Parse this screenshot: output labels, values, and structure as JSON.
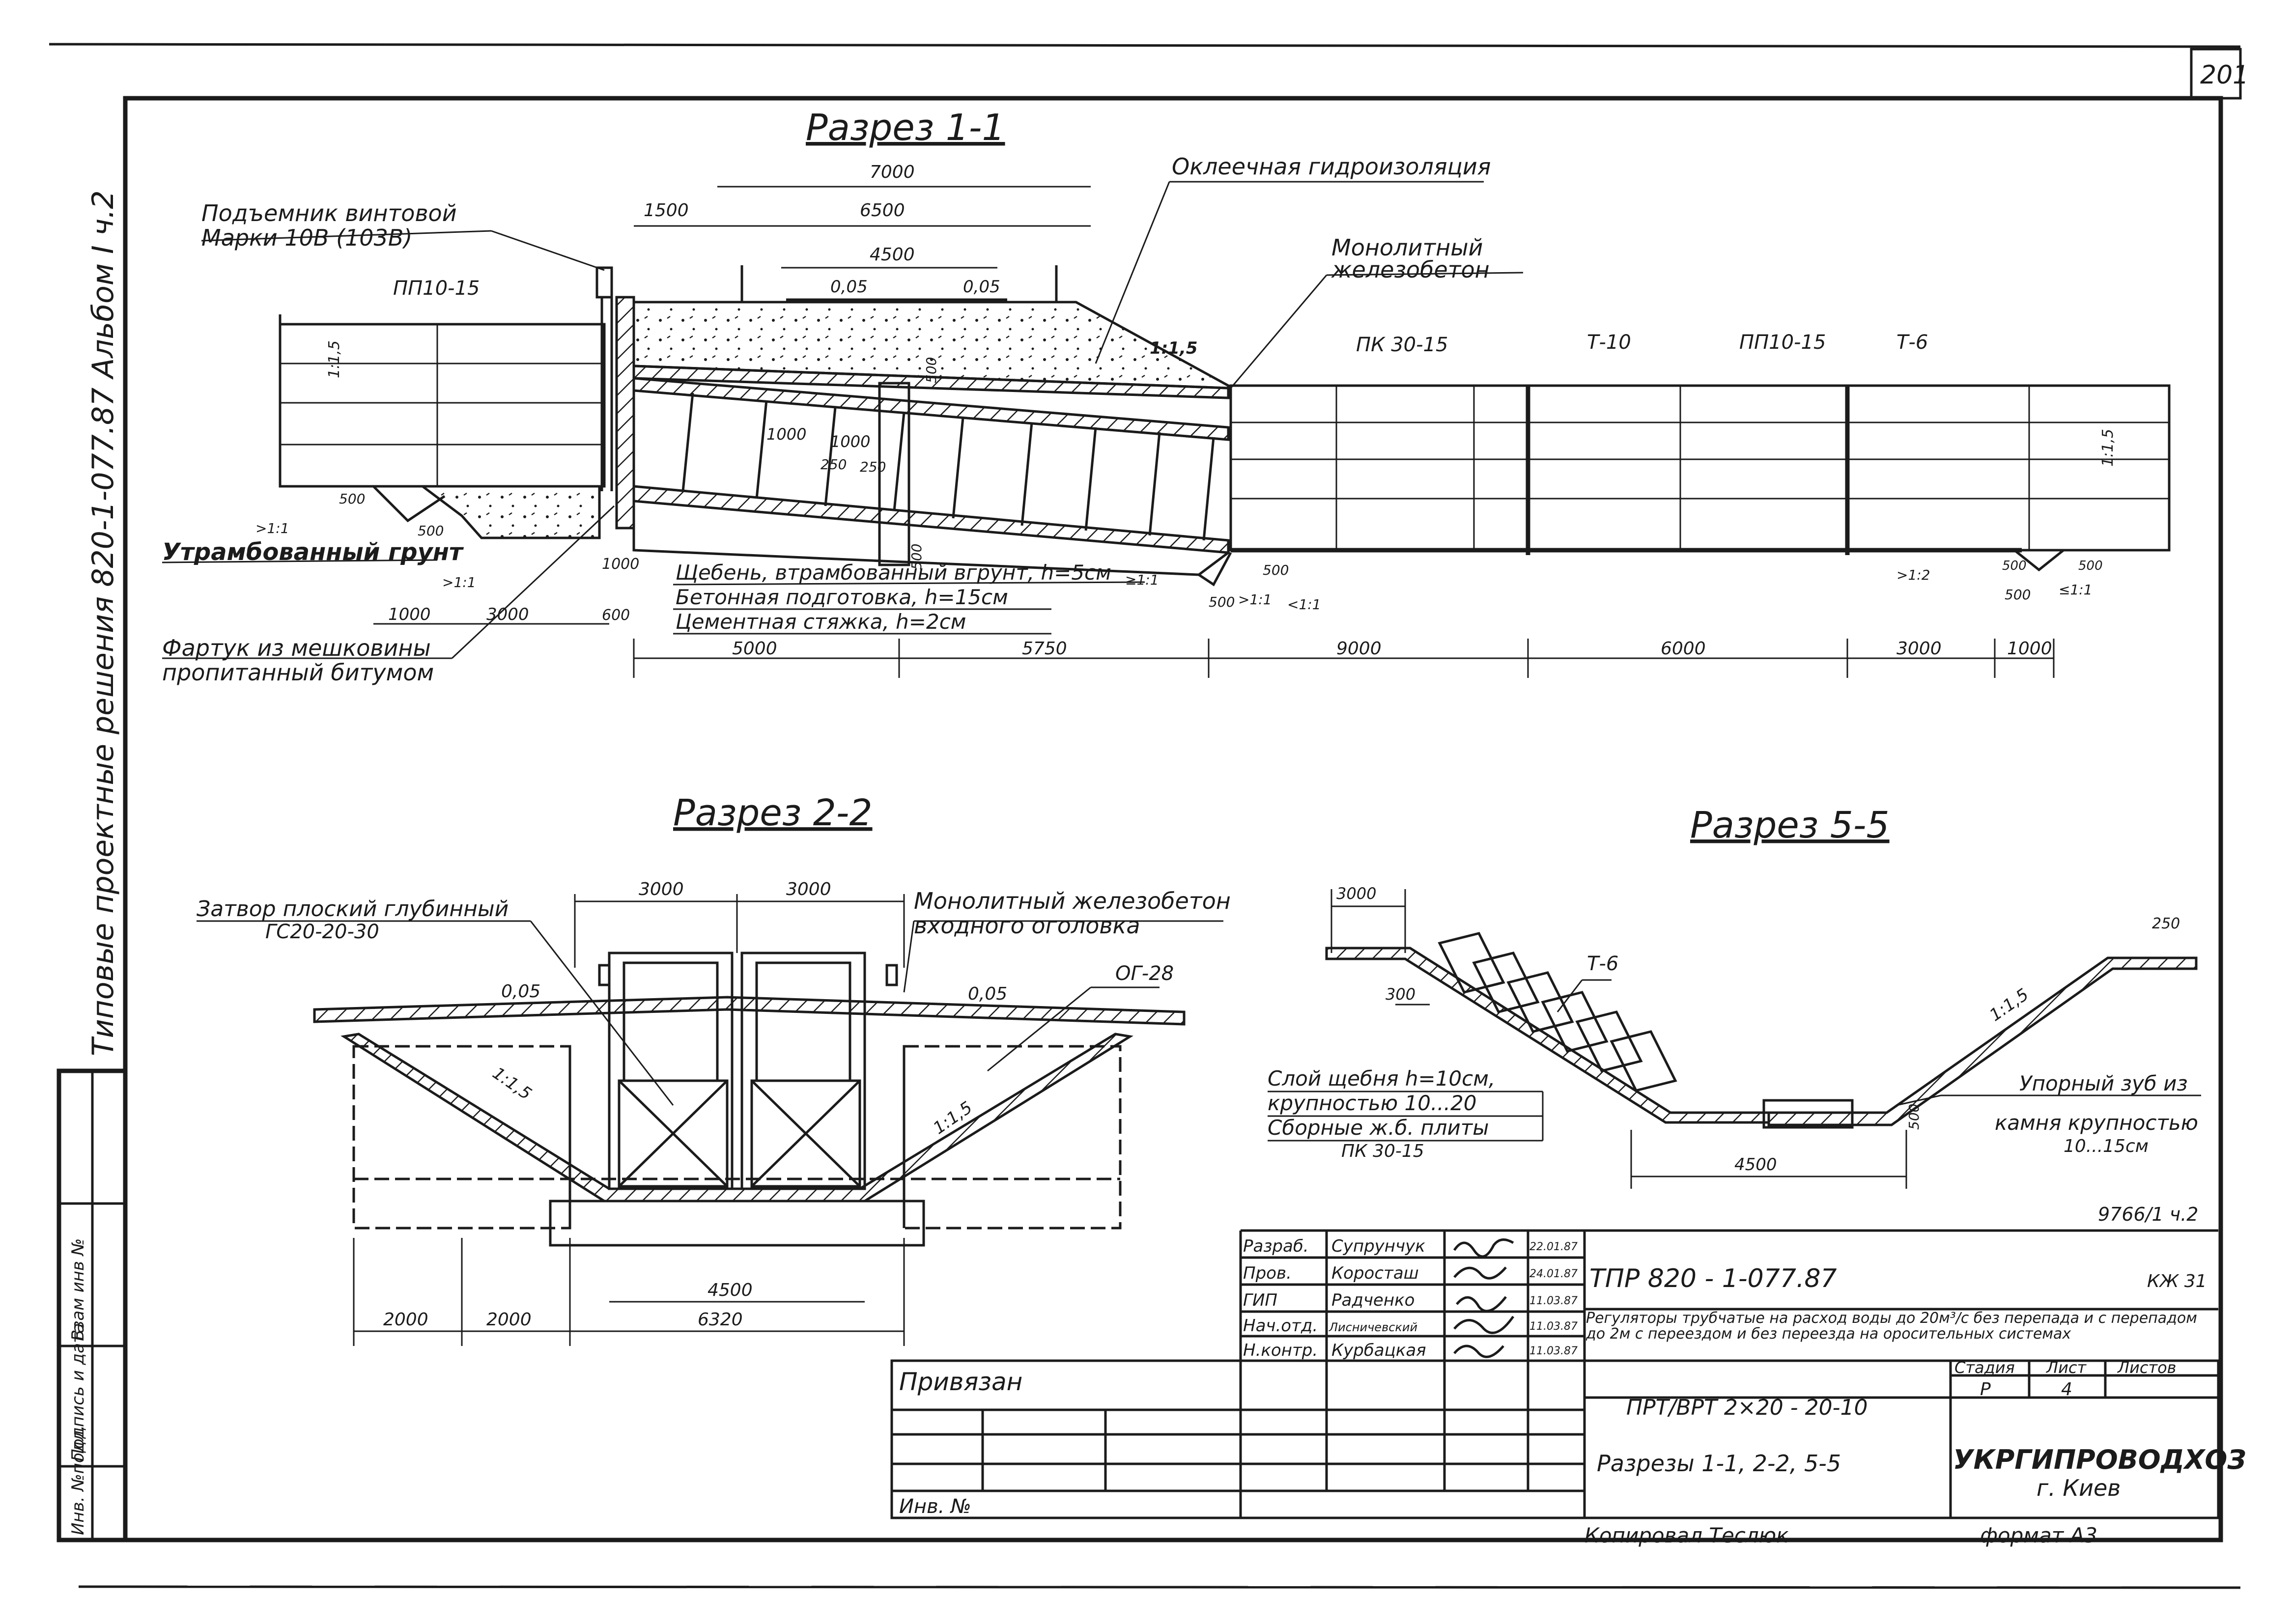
{
  "page_number": "201",
  "side_title": "Типовые проектные решения 820-1-077.87 Альбом I ч.2",
  "side_stamp": [
    "Инв. №подл.",
    "Подпись и дата",
    "Взам инв №"
  ],
  "section_1": {
    "title": "Разрез 1-1",
    "labels": {
      "hoist": "Подъемник винтовой",
      "hoist_mark": "Марки 10В (103В)",
      "waterproof": "Оклеечная гидроизоляция",
      "monolith": "Монолитный",
      "monolith2": "железобетон",
      "pp_left": "ПП10-15",
      "pk": "ПК 30-15",
      "t10": "Т-10",
      "pp_right": "ПП10-15",
      "t6": "Т-6",
      "soil": "Утрамбованный грунт",
      "gravel": "Щебень, втрамбованный вгрунт, h=5см",
      "concrete": "Бетонная подготовка, h=15см",
      "screed": "Цементная стяжка, h=2см",
      "apron": "Фартук из мешковины",
      "apron2": "пропитанный битумом"
    },
    "dims_top": [
      "7000",
      "1500",
      "6500",
      "4500",
      "0,05",
      "0,05"
    ],
    "dims_small": [
      "1000",
      "1000",
      "250",
      "250",
      "500",
      "500",
      "500",
      "500",
      "500",
      "500",
      "500",
      "1:1,5",
      "1:1,5",
      "1:1,5",
      ">1:1",
      ">1:1",
      "≥1:1",
      ">1:1",
      "<1:1",
      ">1:2",
      "≤1:1",
      "1000",
      "600",
      "500",
      "500"
    ],
    "dims_bottom_left": [
      "1000",
      "3000"
    ],
    "dims_bottom": [
      "5000",
      "5750",
      "9000",
      "6000",
      "3000",
      "1000"
    ]
  },
  "section_2": {
    "title": "Разрез 2-2",
    "labels": {
      "gate": "Затвор плоский глубинный",
      "gate_mark": "ГС20-20-30",
      "monolith": "Монолитный железобетон",
      "monolith2": "входного оголовка",
      "og": "ОГ-28",
      "slope_l": "1:1,5",
      "slope_r": "1:1,5",
      "grade_l": "0,05",
      "grade_r": "0,05"
    },
    "dims": [
      "3000",
      "3000",
      "4500",
      "2000",
      "2000",
      "6320"
    ]
  },
  "section_5": {
    "title": "Разрез 5-5",
    "labels": {
      "t6": "Т-6",
      "layer1": "Слой щебня h=10см,",
      "layer2": "крупностью 10...20",
      "layer3": "Сборные ж.б. плиты",
      "layer4": "ПК 30-15",
      "tooth": "Упорный зуб из",
      "tooth2": "камня крупностью",
      "tooth3": "10...15см",
      "slope": "1:1,5"
    },
    "dims": [
      "3000",
      "300",
      "4500",
      "500",
      "250"
    ]
  },
  "archive_no": "9766/1 ч.2",
  "title_block": {
    "roles": [
      "Разраб.",
      "Пров.",
      "ГИП",
      "Нач.отд.",
      "Н.контр."
    ],
    "names": [
      "Супрунчук",
      "Коросташ",
      "Радченко",
      "Лисничевский",
      "Курбацкая"
    ],
    "dates": [
      "22.01.87",
      "24.01.87",
      "11.03.87",
      "11.03.87",
      "11.03.87"
    ],
    "doc_code": "ТПР  820 - 1-077.87",
    "sheet_code": "КЖ 31",
    "description": "Регуляторы трубчатые на расход воды до 20м³/с без перепада и с перепадом до 2м с переездом и без переезда на оросительных системах",
    "mark": "ПРТ/ВРТ 2×20 - 20-10",
    "stage_hdr": "Стадия",
    "sheet_hdr": "Лист",
    "sheets_hdr": "Листов",
    "stage": "Р",
    "sheet": "4",
    "sheet_title": "Разрезы 1-1, 2-2, 5-5",
    "org": "УКРГИПРОВОДХОЗ",
    "city": "г. Киев",
    "bound": "Привязан",
    "inv": "Инв. №",
    "copied": "Копировал  Теслюк",
    "format": "формат А3"
  }
}
